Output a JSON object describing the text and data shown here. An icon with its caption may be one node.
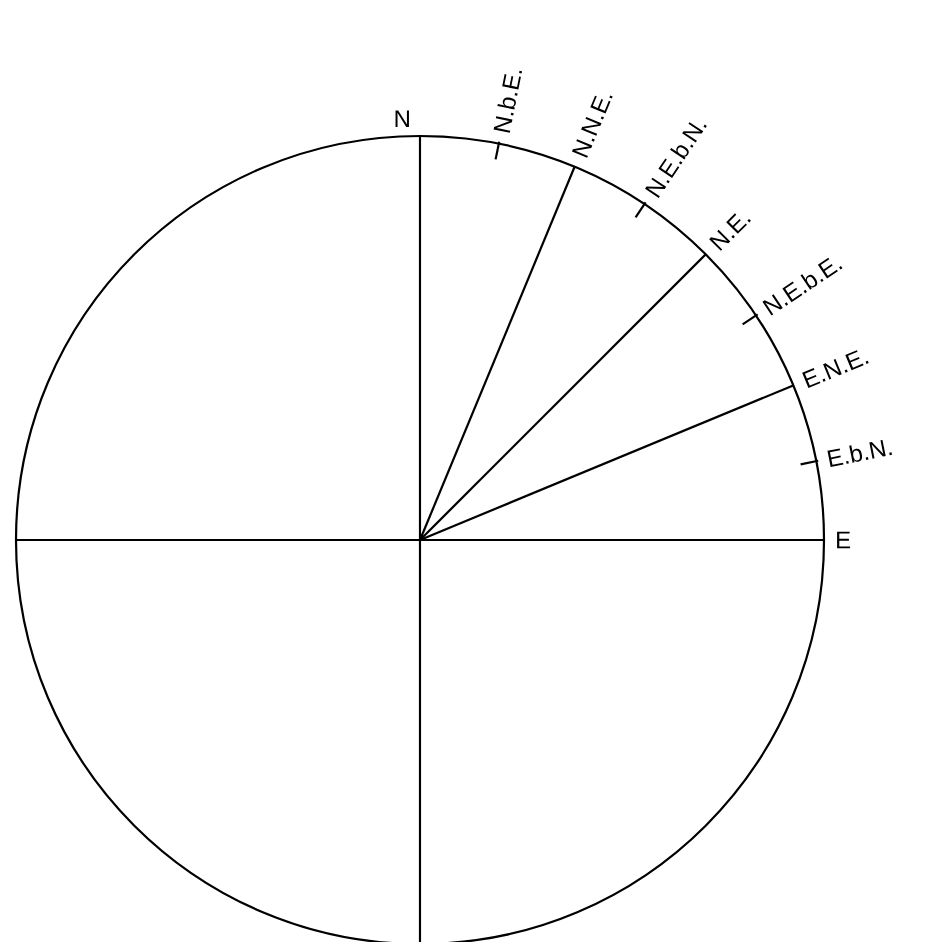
{
  "diagram": {
    "labels": [
      "N",
      "N.b.E.",
      "N.N.E.",
      "N.E.b.N.",
      "N.E.",
      "N.E.b.E.",
      "E.N.E.",
      "E.b.N.",
      "E"
    ]
  }
}
